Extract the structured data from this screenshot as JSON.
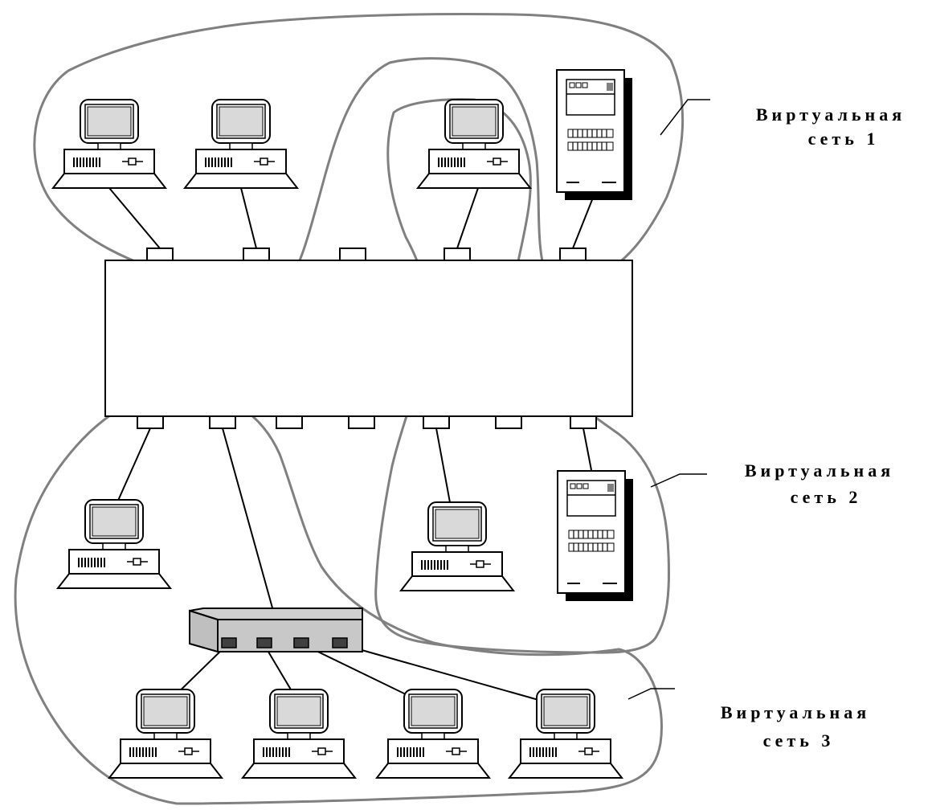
{
  "colors": {
    "outline": "#808080",
    "line": "#000000",
    "screen": "#d9d9d9",
    "hub_body": "#d0d0d0",
    "hub_port": "#404040"
  },
  "labels": {
    "vlan1": {
      "line1": "Виртуальная",
      "line2": "сеть 1"
    },
    "vlan2": {
      "line1": "Виртуальная",
      "line2": "сеть 2"
    },
    "vlan3": {
      "line1": "Виртуальная",
      "line2": "сеть 3"
    }
  },
  "switch": {
    "top_ports": 5,
    "bottom_ports": 7
  },
  "hub": {
    "ports": 4
  },
  "devices": {
    "workstations": 9,
    "servers": 2
  }
}
